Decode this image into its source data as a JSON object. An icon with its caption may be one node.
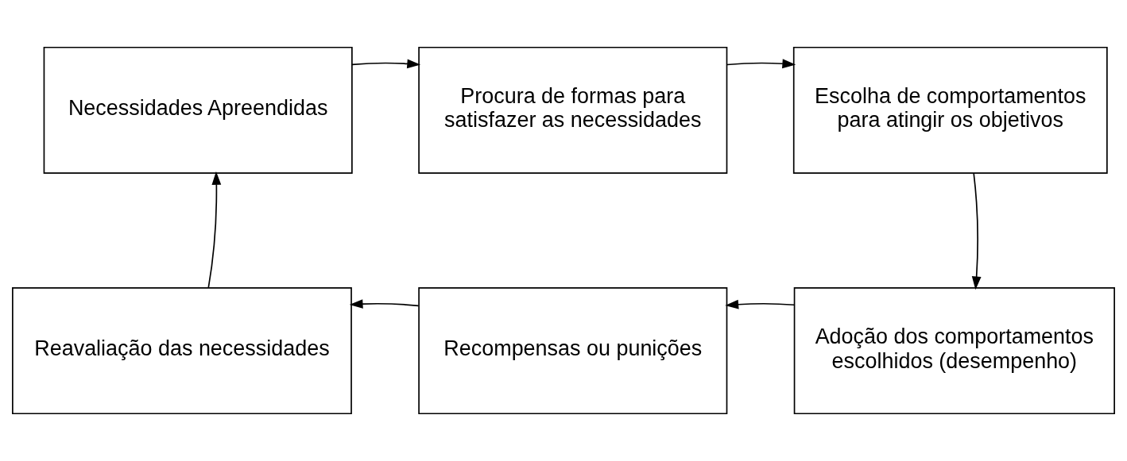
{
  "diagram": {
    "nodes": [
      {
        "text": [
          "Necessidades Apreendidas"
        ]
      },
      {
        "text": [
          "Procura de formas para satisfazer as necessidades"
        ]
      },
      {
        "text": [
          "Escolha de comportamentos para atingir os objetivos"
        ]
      },
      {
        "text": [
          "Adoção dos comportamentos escolhidos (desempenho)"
        ]
      },
      {
        "text": [
          "Recompensas ou punições"
        ]
      },
      {
        "text": [
          "Reavaliação das necessidades"
        ]
      }
    ],
    "edges": [
      {
        "from": 0,
        "to": 1,
        "arrow": "to"
      },
      {
        "from": 1,
        "to": 2,
        "arrow": "to"
      },
      {
        "from": 2,
        "to": 3,
        "arrow": "to"
      },
      {
        "from": 3,
        "to": 4,
        "arrow": "to"
      },
      {
        "from": 4,
        "to": 5,
        "arrow": "to"
      },
      {
        "from": 5,
        "to": 0,
        "arrow": "to"
      }
    ]
  }
}
